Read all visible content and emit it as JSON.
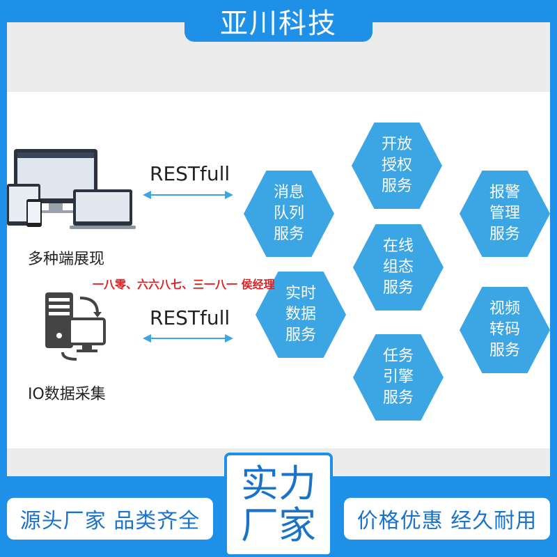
{
  "brand": "亚川科技",
  "diagram": {
    "devices_label": "多种端展现",
    "io_label": "IO数据采集",
    "rest_top": "RESTfull",
    "rest_bottom": "RESTfull",
    "watermark": "一八零、六六八七、三一八一 侯经理",
    "services": {
      "message_queue": "消息\n队列\n服务",
      "open_auth": "开放\n授权\n服务",
      "alarm_mgmt": "报警\n管理\n服务",
      "online_config": "在线\n组态\n服务",
      "realtime_data": "实时\n数据\n服务",
      "video_transcode": "视频\n转码\n服务",
      "task_engine": "任务\n引擎\n服务"
    }
  },
  "footer": {
    "left": "源头厂家  品类齐全",
    "center_line1": "实力",
    "center_line2": "厂家",
    "right": "价格优惠  经久耐用"
  },
  "colors": {
    "accent": "#1e90e8",
    "hex": "#3ba6e3",
    "watermark": "#e02020"
  }
}
